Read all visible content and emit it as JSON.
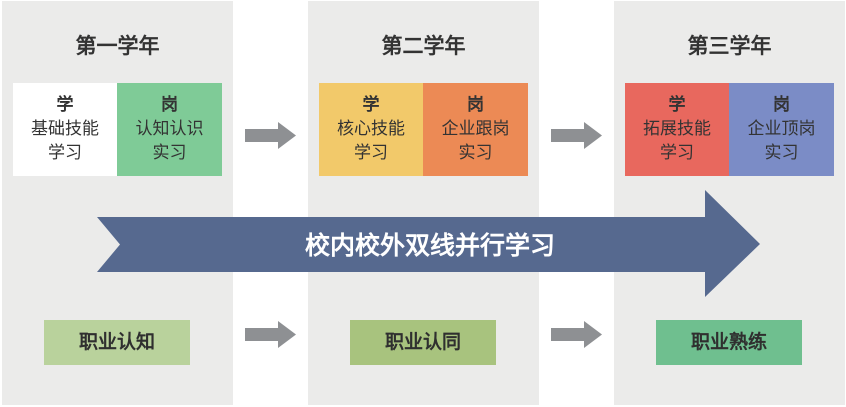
{
  "years": [
    {
      "title": "第一学年",
      "learn": {
        "head": "学",
        "line1": "基础技能",
        "line2": "学习",
        "color": "#ffffff"
      },
      "post": {
        "head": "岗",
        "line1": "认知认识",
        "line2": "实习",
        "color": "#7fcb97"
      },
      "stage": {
        "label": "职业认知",
        "color": "#b9d29c"
      }
    },
    {
      "title": "第二学年",
      "learn": {
        "head": "学",
        "line1": "核心技能",
        "line2": "学习",
        "color": "#f2c96a"
      },
      "post": {
        "head": "岗",
        "line1": "企业跟岗",
        "line2": "实习",
        "color": "#ec8a55"
      },
      "stage": {
        "label": "职业认同",
        "color": "#a8c37e"
      }
    },
    {
      "title": "第三学年",
      "learn": {
        "head": "学",
        "line1": "拓展技能",
        "line2": "学习",
        "color": "#e8685e"
      },
      "post": {
        "head": "岗",
        "line1": "企业顶岗",
        "line2": "实习",
        "color": "#7b8cc6"
      },
      "stage": {
        "label": "职业熟练",
        "color": "#6fbf8f"
      }
    }
  ],
  "band": {
    "label": "校内校外双线并行学习",
    "color": "#56698f"
  },
  "connector_color": "#8e9093"
}
